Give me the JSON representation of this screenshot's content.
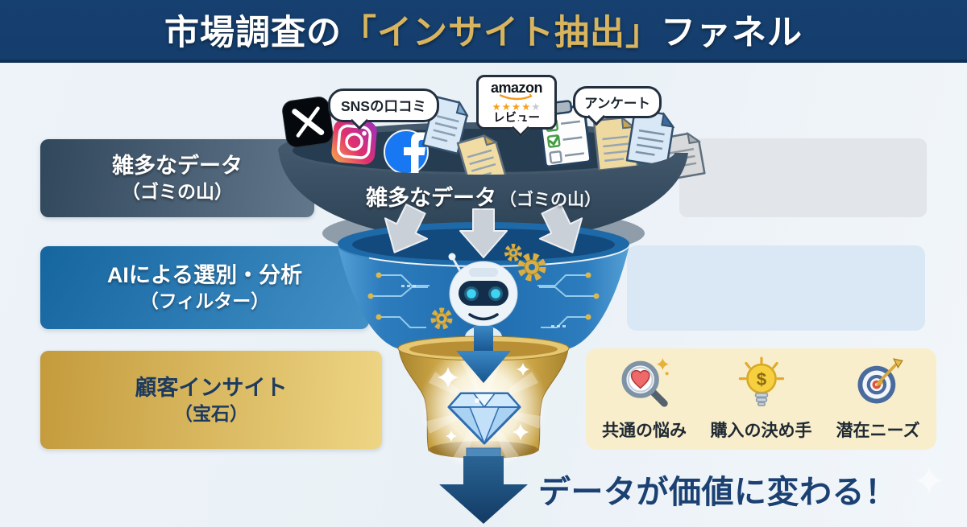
{
  "title": {
    "prefix": "市場調査の",
    "highlight": "「インサイト抽出」",
    "suffix": "ファネル"
  },
  "sources": {
    "sns_bubble": "SNSの口コミ",
    "amazon_bubble": {
      "brand": "amazon",
      "stars_filled": "★★★★",
      "stars_empty": "★",
      "label": "レビュー"
    },
    "survey_bubble": "アンケート"
  },
  "stages": [
    {
      "title": "雑多なデータ",
      "subtitle": "（ゴミの山）",
      "funnel_title": "雑多なデータ",
      "funnel_subtitle": "（ゴミの山）"
    },
    {
      "title": "AIによる選別・分析",
      "subtitle": "（フィルター）"
    },
    {
      "title": "顧客インサイト",
      "subtitle": "（宝石）"
    }
  ],
  "insights": [
    {
      "icon": "magnifier-heart",
      "label": "共通の悩み"
    },
    {
      "icon": "lightbulb-dollar",
      "label": "購入の決め手",
      "bulb_symbol": "$"
    },
    {
      "icon": "target-dart",
      "label": "潜在ニーズ"
    }
  ],
  "conclusion": "データが価値に変わる！",
  "colors": {
    "banner_navy": "#153e6d",
    "title_highlight_gold": "#d8b45e",
    "stage1_slate": "#3a4f63",
    "stage2_blue": "#2273b4",
    "stage3_gold": "#c9a23e",
    "conclusion_navy": "#1b4173",
    "amazon_star_gold": "#f3a11c"
  }
}
